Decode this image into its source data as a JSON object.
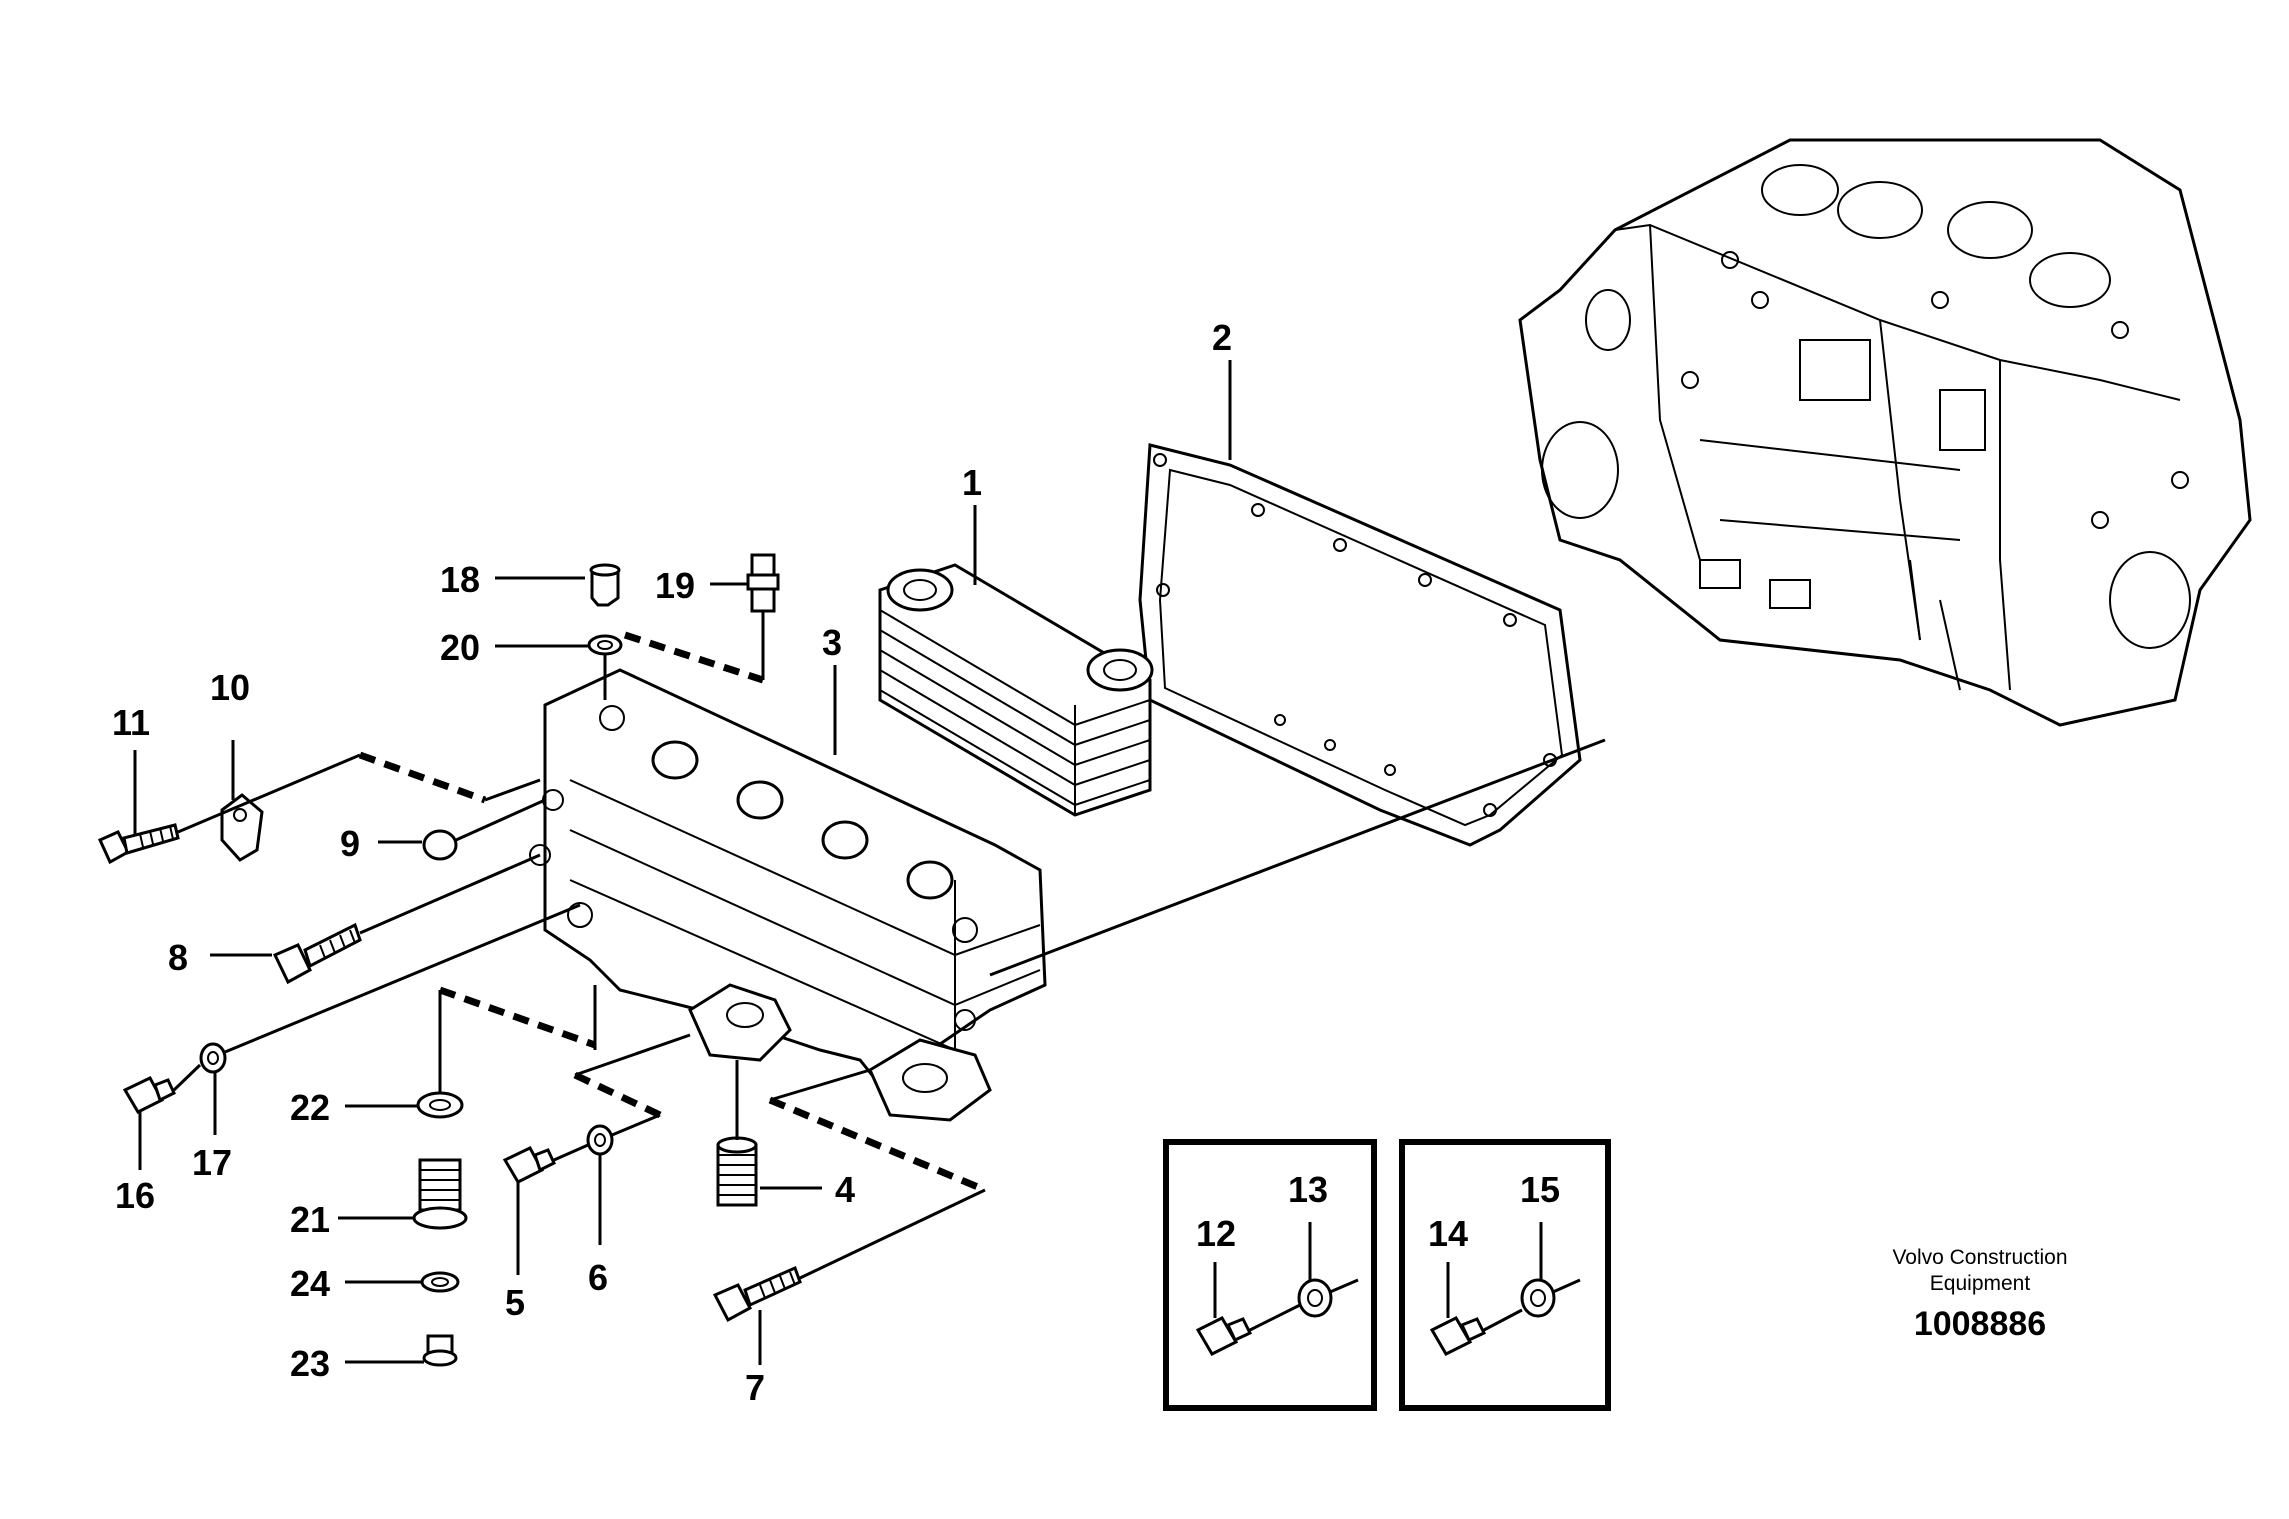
{
  "callouts": {
    "c1": "1",
    "c2": "2",
    "c3": "3",
    "c4": "4",
    "c5": "5",
    "c6": "6",
    "c7": "7",
    "c8": "8",
    "c9": "9",
    "c10": "10",
    "c11": "11",
    "c12": "12",
    "c13": "13",
    "c14": "14",
    "c15": "15",
    "c16": "16",
    "c17": "17",
    "c18": "18",
    "c19": "19",
    "c20": "20",
    "c21": "21",
    "c22": "22",
    "c23": "23",
    "c24": "24"
  },
  "caption": {
    "maker_line1": "Volvo Construction",
    "maker_line2": "Equipment",
    "illustration_number": "1008886"
  },
  "colors": {
    "ink": "#000000",
    "paper": "#ffffff"
  }
}
